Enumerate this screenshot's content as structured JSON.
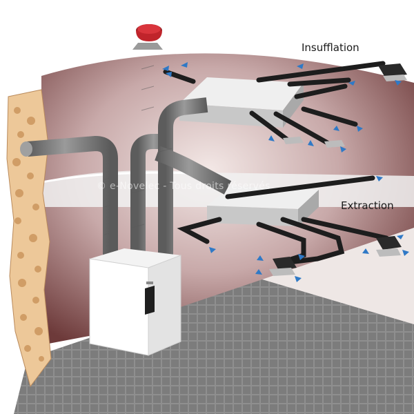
{
  "labels": {
    "insufflation": "Insufflation",
    "extraction": "Extraction"
  },
  "watermark": "© e-Novelec - Tous droits réservés",
  "colors": {
    "wall_back": "#b79696",
    "wall_right": "#e9e0de",
    "floor": "#8d8d8d",
    "duct": "#7b7b7b",
    "box": "#d7d7d7",
    "cap": "#c0242b",
    "arrow": "#2f79c6",
    "brick": "#ecc394"
  },
  "icons": [
    "airflow-arrow-icon",
    "vent-grille-icon",
    "roof-cap-icon"
  ]
}
